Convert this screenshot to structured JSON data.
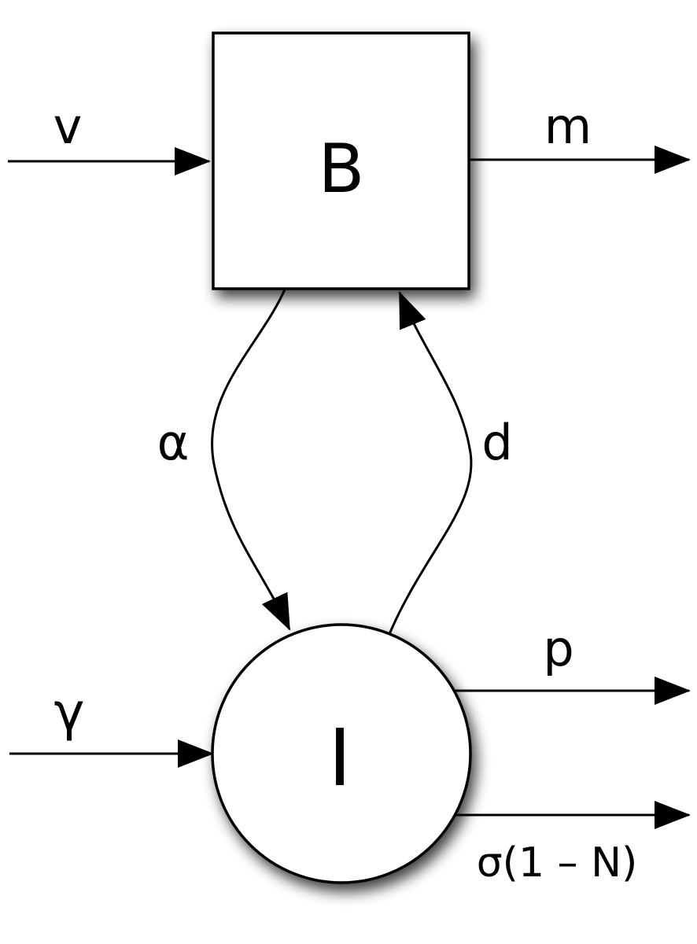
{
  "nodes": {
    "box": {
      "label": "B"
    },
    "circle": {
      "label": "I"
    }
  },
  "edges": {
    "box_input": {
      "label": "v"
    },
    "box_output": {
      "label": "m"
    },
    "box_to_circle": {
      "label": "α"
    },
    "circle_to_box": {
      "label": "d"
    },
    "circle_input": {
      "label": "γ"
    },
    "circle_output_top": {
      "label": "p"
    },
    "circle_output_bottom": {
      "label": "σ(1 – N)"
    }
  },
  "colors": {
    "stroke": "#000000",
    "fill": "#ffffff",
    "shadow": "#555555"
  }
}
